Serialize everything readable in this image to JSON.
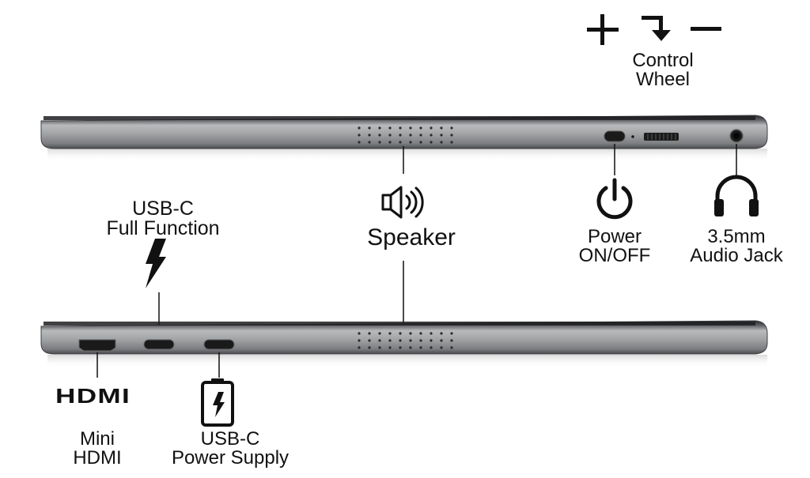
{
  "labels": {
    "control_wheel": [
      "Control",
      "Wheel"
    ],
    "power": [
      "Power",
      "ON/OFF"
    ],
    "audio_jack": [
      "3.5mm",
      "Audio Jack"
    ],
    "speaker": "Speaker",
    "usb_c_full": [
      "USB-C",
      "Full Function"
    ],
    "hdmi_logo": "HDMI",
    "mini_hdmi": [
      "Mini",
      "HDMI"
    ],
    "usb_c_power": [
      "USB-C",
      "Power Supply"
    ]
  },
  "colors": {
    "device_body": "#8e8f91",
    "device_highlight": "#c4c5c7",
    "device_dark": "#3a3b3d",
    "port": "#1a1a1a",
    "text": "#111111"
  },
  "icons": {
    "wheel_plus": "plus-icon",
    "wheel_press": "press-arrow-icon",
    "wheel_minus": "minus-icon",
    "power": "power-icon",
    "headphones": "headphones-icon",
    "speaker": "speaker-icon",
    "lightning": "lightning-icon",
    "battery_charge": "charging-icon"
  }
}
